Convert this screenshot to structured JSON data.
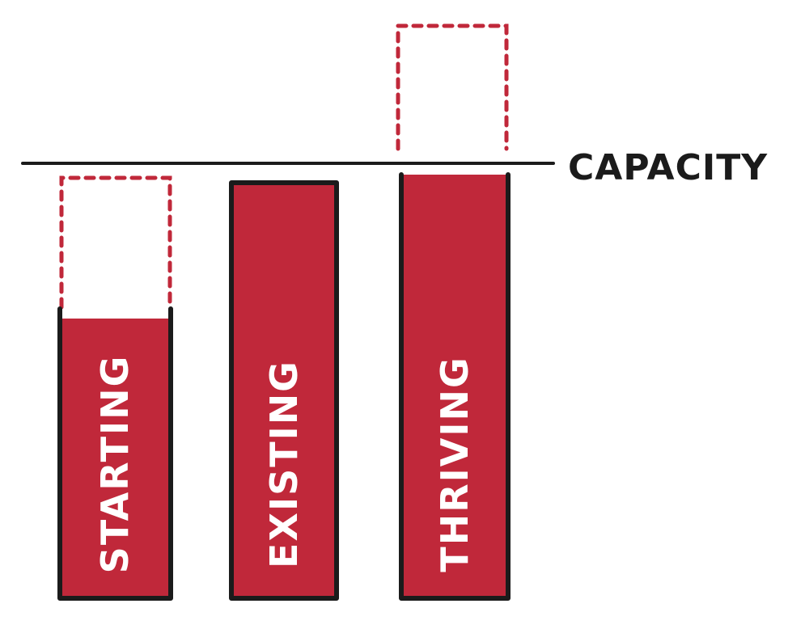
{
  "diagram": {
    "capacity_label": "CAPACITY",
    "colors": {
      "fill": "#c0283a",
      "outline": "#1b1b1b",
      "dashed": "#c0283a",
      "label": "#ffffff"
    },
    "bars": [
      {
        "label": "STARTING"
      },
      {
        "label": "EXISTING"
      },
      {
        "label": "THRIVING"
      }
    ]
  }
}
